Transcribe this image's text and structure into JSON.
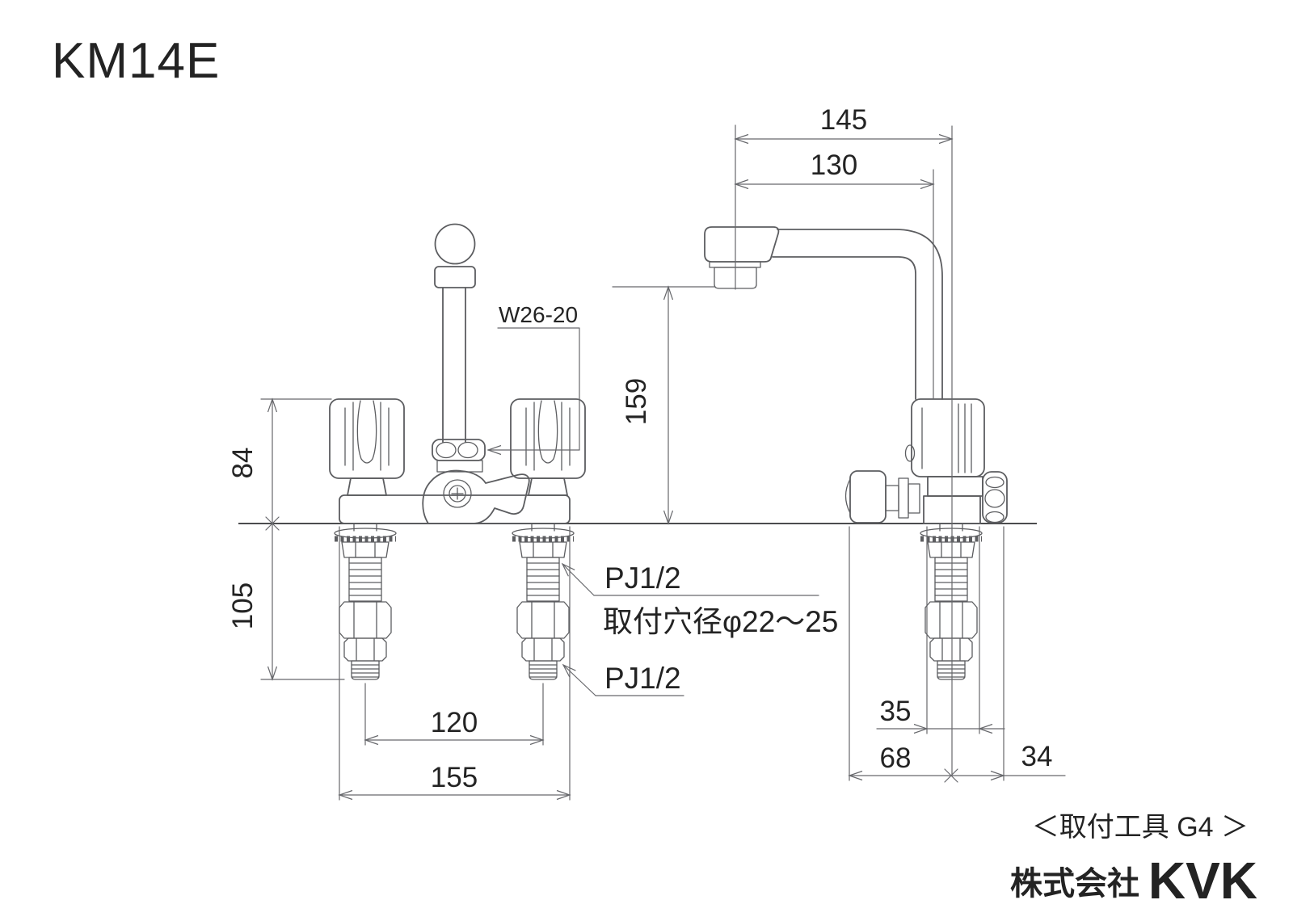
{
  "title": "KM14E",
  "front_view": {
    "thread_label": "W26-20",
    "dim_height_above_deck": "84",
    "dim_height_below_deck": "105",
    "dim_spout_height": "159",
    "dim_hole_pitch": "120",
    "dim_body_width": "155",
    "label_pj_top": "PJ1/2",
    "label_hole_diameter": "取付穴径φ22～25",
    "label_pj_bottom": "PJ1/2"
  },
  "side_view": {
    "dim_spout_reach_outer": "145",
    "dim_spout_reach_inner": "130",
    "dim_body_depth": "35",
    "dim_front_to_center": "68",
    "dim_center_to_back": "34"
  },
  "footer": {
    "tool_note": "＜取付工具 G4 ＞",
    "company": "株式会社",
    "logo": "KVK"
  },
  "colors": {
    "line": "#5c5d60",
    "dim": "#67686c",
    "text": "#232323",
    "bg": "#ffffff"
  }
}
